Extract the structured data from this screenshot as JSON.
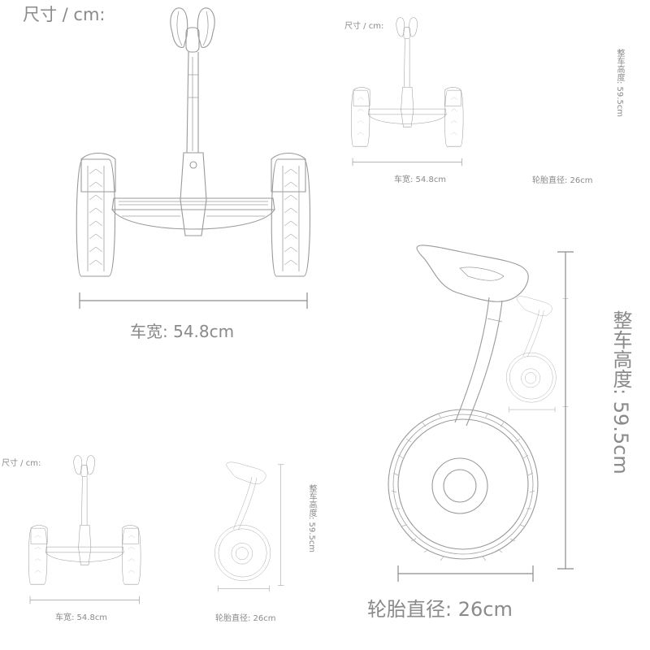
{
  "labels": {
    "size_heading": "尺寸 / cm:",
    "width": "车宽: 54.8cm",
    "tire_diameter": "轮胎直径: 26cm",
    "height": "整车高度: 59.5cm"
  },
  "colors": {
    "line": "#9a9a9a",
    "text": "#8a8a8a",
    "background": "#ffffff"
  }
}
